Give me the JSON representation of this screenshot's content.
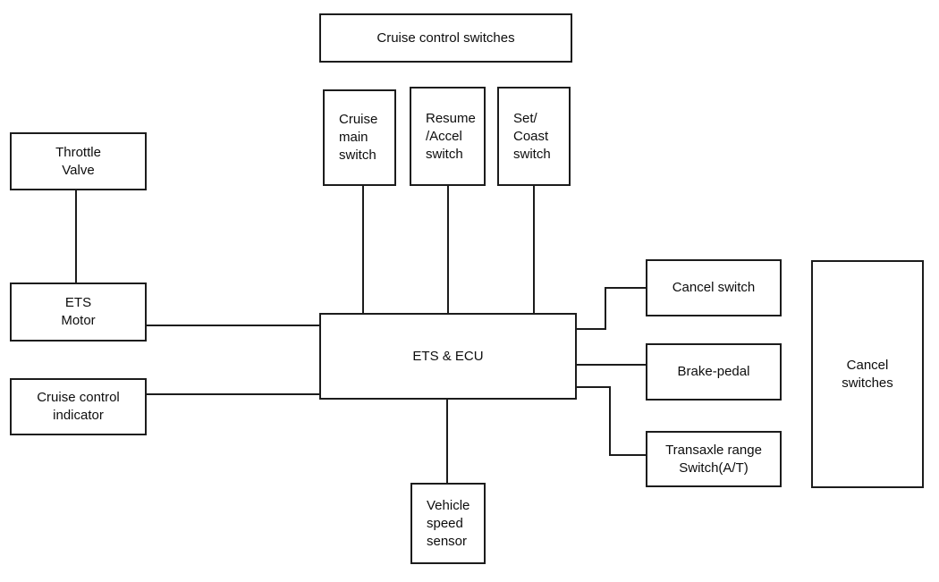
{
  "diagram": {
    "nodes": {
      "cruise_control_switches": {
        "label": "Cruise control switches"
      },
      "cruise_main_switch": {
        "label": "Cruise\nmain\nswitch"
      },
      "resume_accel_switch": {
        "label": "Resume\n/Accel\nswitch"
      },
      "set_coast_switch": {
        "label": "Set/\nCoast\nswitch"
      },
      "throttle_valve": {
        "label": "Throttle\nValve"
      },
      "ets_motor": {
        "label": "ETS\nMotor"
      },
      "cruise_control_indicator": {
        "label": "Cruise control\nindicator"
      },
      "ets_ecu": {
        "label": "ETS & ECU"
      },
      "cancel_switch": {
        "label": "Cancel switch"
      },
      "brake_pedal": {
        "label": "Brake-pedal"
      },
      "transaxle_range_switch": {
        "label": "Transaxle range\nSwitch(A/T)"
      },
      "cancel_switches": {
        "label": "Cancel\nswitches"
      },
      "vehicle_speed_sensor": {
        "label": "Vehicle\nspeed\nsensor"
      }
    },
    "connectors": [
      {
        "from": "throttle_valve",
        "to": "ets_motor"
      },
      {
        "from": "cruise_main_switch",
        "to": "ets_ecu"
      },
      {
        "from": "resume_accel_switch",
        "to": "ets_ecu"
      },
      {
        "from": "set_coast_switch",
        "to": "ets_ecu"
      },
      {
        "from": "ets_motor",
        "to": "ets_ecu"
      },
      {
        "from": "cruise_control_indicator",
        "to": "ets_ecu"
      },
      {
        "from": "ets_ecu",
        "to": "cancel_switch"
      },
      {
        "from": "ets_ecu",
        "to": "brake_pedal"
      },
      {
        "from": "ets_ecu",
        "to": "transaxle_range_switch"
      },
      {
        "from": "ets_ecu",
        "to": "vehicle_speed_sensor"
      }
    ],
    "colors": {
      "line": "#1c1c1c",
      "box_border": "#1c1c1c",
      "box_fill": "#ffffff",
      "background": "#ffffff",
      "text": "#0d0d0d"
    }
  }
}
